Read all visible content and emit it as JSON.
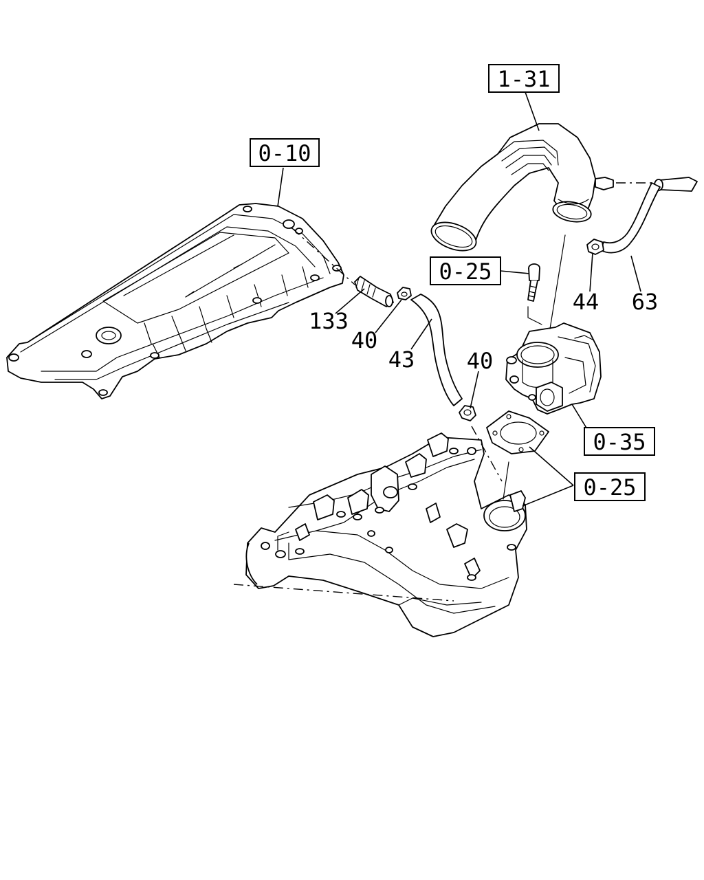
{
  "references": {
    "r131": "1-31",
    "r010": "0-10",
    "r025a": "0-25",
    "r035": "0-35",
    "r025b": "0-25"
  },
  "callouts": {
    "n133": "133",
    "n40a": "40",
    "n43": "43",
    "n40b": "40",
    "n44": "44",
    "n63": "63"
  }
}
